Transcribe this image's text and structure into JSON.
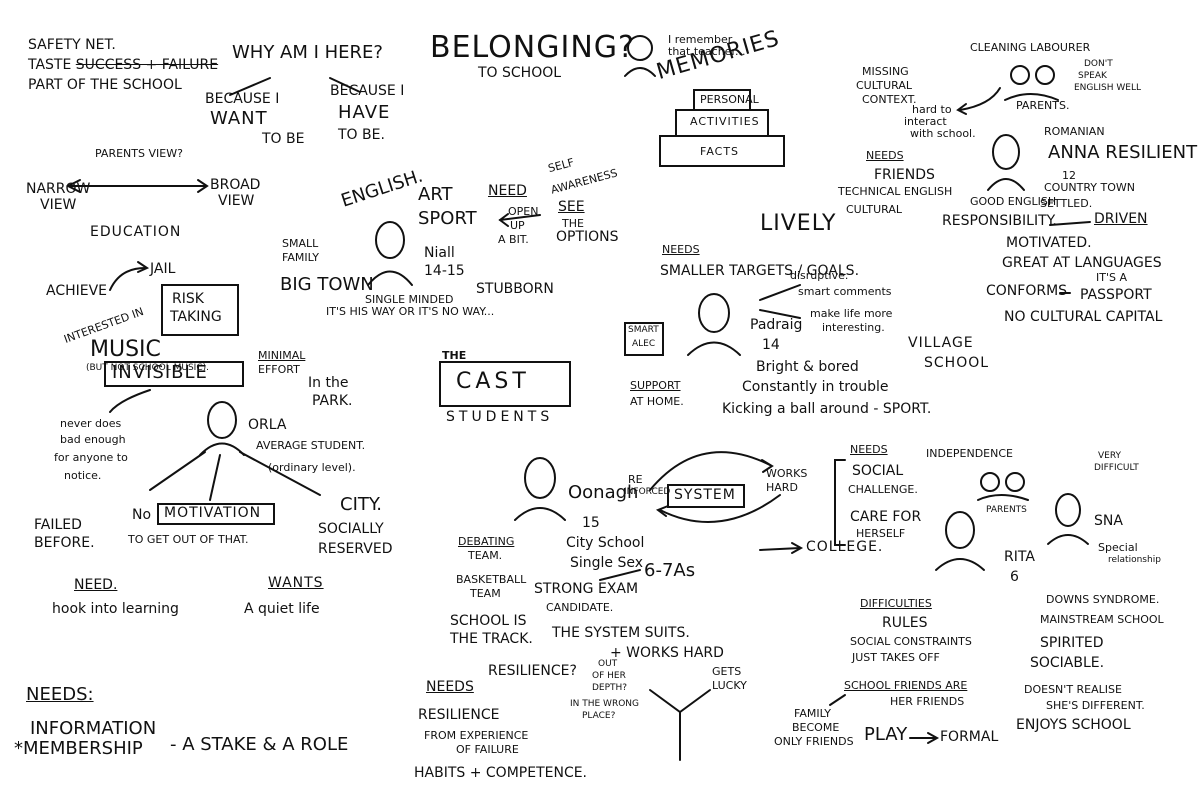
{
  "safety": {
    "line1": "SAFETY NET.",
    "line2a": "TASTE ",
    "line2b": "SUCCESS + FAILURE",
    "line3": "PART OF THE SCHOOL"
  },
  "why": {
    "question": "WHY AM I HERE?",
    "want": [
      "BECAUSE I",
      "WANT",
      "TO BE"
    ],
    "have": [
      "BECAUSE I",
      "HAVE",
      "TO BE."
    ],
    "parents": "PARENTS VIEW?"
  },
  "belonging": {
    "title": "BELONGING?",
    "sub": "TO SCHOOL"
  },
  "memories": {
    "caption": "I remember that teacher...",
    "title": "MEMORIES",
    "levels": [
      "PERSONAL",
      "ACTIVITIES",
      "FACTS"
    ]
  },
  "narrow": {
    "left": [
      "NARROW",
      "VIEW"
    ],
    "right": [
      "BROAD",
      "VIEW"
    ],
    "education": "EDUCATION"
  },
  "niall": {
    "subjects": [
      "ENGLISH.",
      "ART",
      "SPORT"
    ],
    "need": "NEED",
    "open": [
      "OPEN",
      "UP",
      "A BIT."
    ],
    "self": [
      "SELF",
      "AWARENESS"
    ],
    "see": [
      "SEE",
      "THE",
      "OPTIONS"
    ],
    "family": [
      "SMALL",
      "FAMILY"
    ],
    "bigtown": "BIG TOWN",
    "name": [
      "Niall",
      "14-15"
    ],
    "stubborn": "STUBBORN",
    "single": "SINGLE MINDED",
    "way": "IT'S HIS WAY OR IT'S NO WAY..."
  },
  "orla": {
    "achieve": "ACHIEVE",
    "jail": "JAIL",
    "risk": [
      "RISK",
      "TAKING"
    ],
    "interested": "INTERESTED IN",
    "music": "MUSIC",
    "notschool": "(BUT NOT SCHOOL MUSIC).",
    "invisible": "INVISIBLE",
    "minimal": [
      "MINIMAL",
      "EFFORT"
    ],
    "park": [
      "In the",
      "PARK."
    ],
    "never": [
      "never does",
      "bad enough",
      "for anyone to",
      "notice."
    ],
    "name": "ORLA",
    "average": "AVERAGE STUDENT.",
    "ordinary": "(ordinary level).",
    "failed": [
      "FAILED",
      "BEFORE."
    ],
    "no": "No",
    "motivation": "MOTIVATION",
    "getout": "TO GET OUT OF THAT.",
    "city": "CITY.",
    "socially": [
      "SOCIALLY",
      "RESERVED"
    ],
    "need_label": "NEED.",
    "need_text": "hook into learning",
    "wants_label": "WANTS",
    "wants_text": "A quiet life"
  },
  "cast": {
    "the": "THE",
    "title": "CAST",
    "sub": "STUDENTS"
  },
  "padraig": {
    "needs": "NEEDS",
    "smaller": "SMALLER TARGETS / GOALS.",
    "lively": "LIVELY",
    "disruptive": [
      "disruptive.",
      "smart comments"
    ],
    "makelife": [
      "make life more",
      "interesting."
    ],
    "smartalec": [
      "SMART",
      "ALEC"
    ],
    "name": [
      "Padraig",
      "14"
    ],
    "village": [
      "VILLAGE",
      "SCHOOL"
    ],
    "bright": "Bright & bored",
    "trouble": "Constantly in trouble",
    "kicking": "Kicking a ball around - SPORT.",
    "support": [
      "SUPPORT",
      "AT HOME."
    ]
  },
  "anna": {
    "missing": [
      "MISSING",
      "CULTURAL",
      "CONTEXT."
    ],
    "cleaning": "CLEANING LABOURER",
    "dont": [
      "DON'T",
      "SPEAK",
      "ENGLISH WELL"
    ],
    "hard": [
      "hard to",
      "interact",
      "with school."
    ],
    "parents": "PARENTS.",
    "needs": "NEEDS",
    "friends": "FRIENDS",
    "technical": "TECHNICAL ENGLISH",
    "cultural": "CULTURAL",
    "romanian": "ROMANIAN",
    "name": "ANNA RESILIENT",
    "age": "12",
    "good": "GOOD ENGLISH",
    "country": [
      "COUNTRY TOWN",
      "SETTLED."
    ],
    "responsibility": "RESPONSIBILITY.",
    "driven": "DRIVEN",
    "motivated": "MOTIVATED.",
    "languages": "GREAT AT LANGUAGES",
    "conforms": "CONFORMS",
    "passport": [
      "IT'S A",
      "PASSPORT"
    ],
    "nocapital": "NO CULTURAL CAPITAL"
  },
  "oonagh": {
    "reinforced": [
      "RE",
      "INFORCED"
    ],
    "system": "SYSTEM",
    "works": [
      "WORKS",
      "HARD"
    ],
    "name": [
      "Oonagh",
      "15"
    ],
    "debating": [
      "DEBATING",
      "TEAM."
    ],
    "cityschool": [
      "City School",
      "Single Sex"
    ],
    "college": "COLLEGE.",
    "basketball": [
      "BASKETBALL",
      "TEAM"
    ],
    "strong": [
      "STRONG EXAM",
      "CANDIDATE."
    ],
    "as": "6-7As",
    "school": [
      "SCHOOL IS",
      "THE TRACK."
    ],
    "suits": "THE SYSTEM SUITS.",
    "workshard": "+ WORKS HARD",
    "resilience": "RESILIENCE?",
    "out": [
      "OUT",
      "OF HER",
      "DEPTH?",
      "IN THE WRONG",
      "PLACE?"
    ],
    "lucky": [
      "GETS",
      "LUCKY"
    ],
    "needs": "NEEDS",
    "res2": "RESILIENCE",
    "from": [
      "FROM EXPERIENCE",
      "OF FAILURE"
    ],
    "habits": "HABITS + COMPETENCE."
  },
  "rita": {
    "needs": "NEEDS",
    "independence": "INDEPENDENCE",
    "difficult": [
      "VERY",
      "DIFFICULT"
    ],
    "social": [
      "SOCIAL",
      "CHALLENGE."
    ],
    "care": [
      "CARE FOR",
      "HERSELF"
    ],
    "parents": "PARENTS",
    "sna": "SNA",
    "special": [
      "Special",
      "relationship"
    ],
    "name": [
      "RITA",
      "6"
    ],
    "difficulties": "DIFFICULTIES",
    "rules": "RULES",
    "constraints": "SOCIAL CONSTRAINTS",
    "takesoff": "JUST TAKES OFF",
    "downs": "DOWNS SYNDROME.",
    "mainstream": "MAINSTREAM SCHOOL",
    "spirited": "SPIRITED",
    "sociable": "SOCIABLE.",
    "schoolfriends": "SCHOOL FRIENDS ARE",
    "herfriends": "HER FRIENDS",
    "family": [
      "FAMILY",
      "BECOME",
      "ONLY FRIENDS"
    ],
    "play": "PLAY",
    "formal": "FORMAL",
    "enjoys": "ENJOYS SCHOOL",
    "doesnt": [
      "DOESN'T REALISE",
      "SHE'S DIFFERENT."
    ]
  },
  "bottom": {
    "needs": "NEEDS:",
    "information": "INFORMATION",
    "membership": "*MEMBERSHIP",
    "stake": "- A STAKE & A ROLE"
  }
}
